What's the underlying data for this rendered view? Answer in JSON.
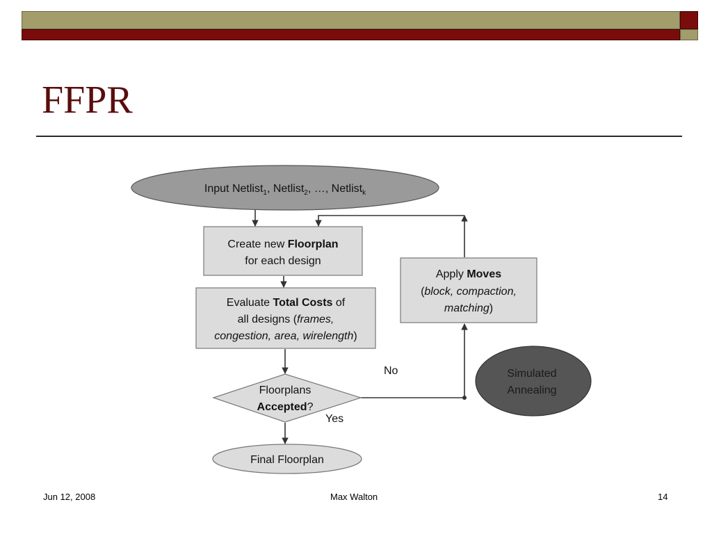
{
  "slide": {
    "title": "FFPR",
    "footer_date": "Jun 12, 2008",
    "footer_author": "Max Walton",
    "footer_page": "14"
  },
  "colors": {
    "band_olive": "#a39c6b",
    "band_maroon": "#7b0c0c",
    "title": "#5a0d0d"
  },
  "flowchart": {
    "input": {
      "prefix": "Input Netlist",
      "sub1": "1",
      "sep1": ", Netlist",
      "sub2": "2",
      "sep2": ", …, Netlist",
      "subk": "k"
    },
    "create": {
      "line1_plain": "Create new ",
      "line1_bold": "Floorplan",
      "line2": "for each design"
    },
    "evaluate": {
      "l1_plain": "Evaluate ",
      "l1_bold": "Total Costs",
      "l1_end": " of",
      "l2_plain": "all designs (",
      "l2_italic": "frames,",
      "l3_italic": "congestion, area, wirelength",
      "l3_end": ")"
    },
    "decision": {
      "line1": "Floorplans",
      "line2_bold": "Accepted",
      "line2_end": "?"
    },
    "no_label": "No",
    "yes_label": "Yes",
    "final": "Final Floorplan",
    "moves": {
      "l1_plain": "Apply ",
      "l1_bold": "Moves",
      "l2_open": "(",
      "l2_italic": "block, compaction,",
      "l3_italic": "matching",
      "l3_close": ")"
    },
    "annealing": {
      "line1": "Simulated",
      "line2": "Annealing"
    }
  }
}
